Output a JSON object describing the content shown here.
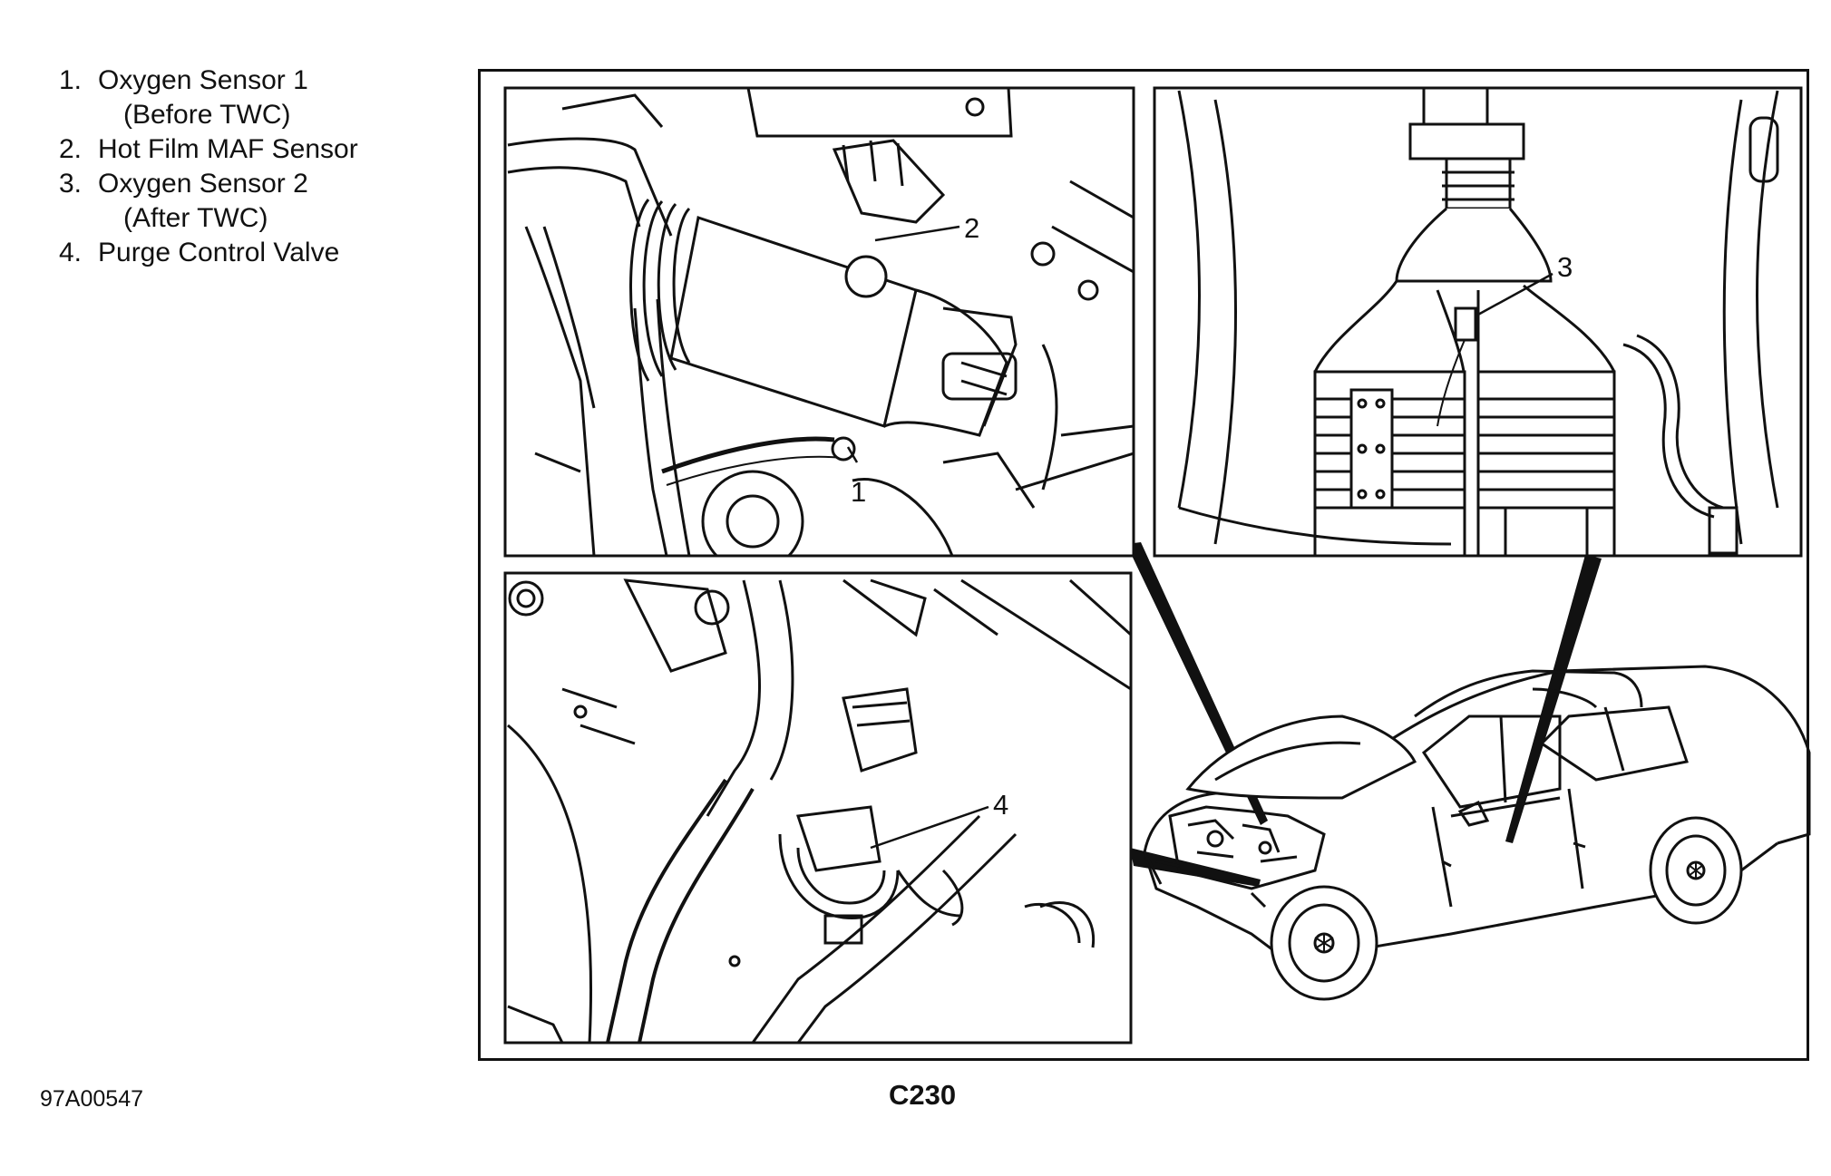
{
  "legend": {
    "items": [
      {
        "num": "1.",
        "label": "Oxygen Sensor 1",
        "cont": "(Before TWC)"
      },
      {
        "num": "2.",
        "label": "Hot Film MAF Sensor",
        "cont": ""
      },
      {
        "num": "3.",
        "label": "Oxygen Sensor 2",
        "cont": "(After TWC)"
      },
      {
        "num": "4.",
        "label": "Purge Control Valve",
        "cont": ""
      }
    ]
  },
  "callouts": {
    "c1": "1",
    "c2": "2",
    "c3": "3",
    "c4": "4"
  },
  "figure_code": "97A00547",
  "model": "C230"
}
